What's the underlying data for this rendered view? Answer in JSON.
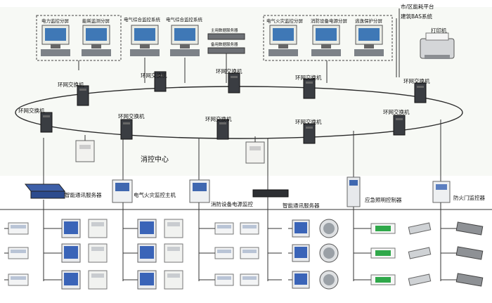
{
  "title_labels": {
    "platform": "市/区能耗平台",
    "bas": "建筑BAS系统",
    "printer": "打印机",
    "control_center": "消控中心",
    "ring_switch": "环网交换机"
  },
  "top_monitors": [
    {
      "label": "电力监控分屏"
    },
    {
      "label": "能耗监测分屏"
    },
    {
      "label": "电气综合监控系统"
    },
    {
      "label": "电气综合监控系统"
    },
    {
      "label": "电气火灾监控分屏"
    },
    {
      "label": "消防设备电源分屏"
    },
    {
      "label": "逃逸保护分屏"
    }
  ],
  "servers": [
    {
      "label": "主用数据服务器"
    },
    {
      "label": "备用数据服务器"
    }
  ],
  "devices": [
    {
      "label": "智能通讯服务器"
    },
    {
      "label": "电气火灾监控主机"
    },
    {
      "label": "消防设备电源监控"
    },
    {
      "label": "智能通讯服务器"
    },
    {
      "label": "应急照明控制器"
    },
    {
      "label": "防火门监控器"
    }
  ],
  "colors": {
    "line": "#2a2a2a",
    "screen": "#2f6fb0",
    "device_blue": "#3a64b8",
    "exit_green": "#2fa84a"
  }
}
